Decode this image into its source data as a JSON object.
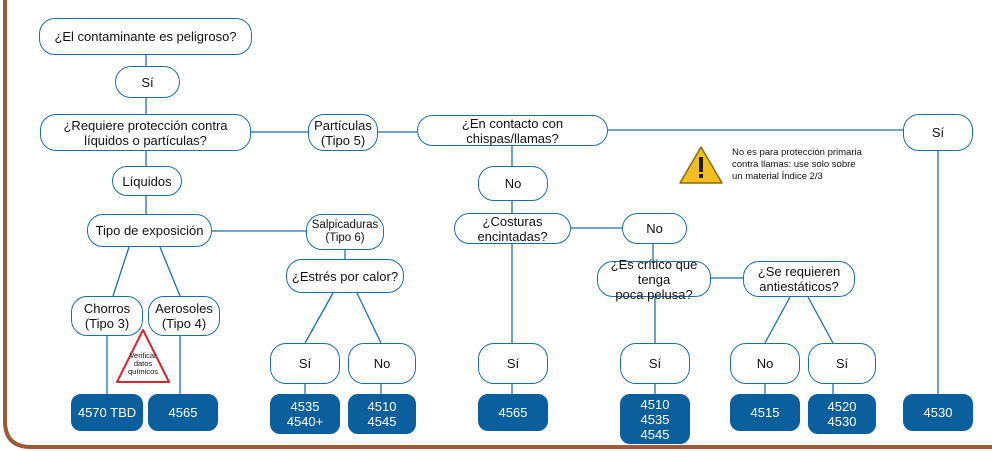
{
  "colors": {
    "frame": "#9b5a3a",
    "line": "#1b6fa8",
    "result_fill": "#0b5f9c",
    "warning_fill": "#f2c01e",
    "verify_stroke": "#d6262f"
  },
  "nodes": {
    "hazardous": "¿El contaminante es peligroso?",
    "yes_top": "Sí",
    "liquids_or_particles": "¿Requiere protección contra\nlíquidos o partículas?",
    "particles": "Partículas\n(Tipo 5)",
    "sparks_contact": "¿En contacto con chispas/llamas?",
    "sparks_yes": "Sí",
    "liquids": "Líquidos",
    "sparks_no": "No",
    "exposure_type": "Tipo de exposición",
    "splashes": "Salpicaduras\n(Tipo 6)",
    "heat_stress": "¿Estrés por calor?",
    "taped_seams": "¿Costuras encintadas?",
    "seams_no": "No",
    "low_lint": "¿Es crítico que tenga\npoca pelusa?",
    "antistatic": "¿Se requieren\nantiestáticos?",
    "jets": "Chorros\n(Tipo 3)",
    "aerosols": "Aerosoles\n(Tipo 4)",
    "heat_yes": "Sí",
    "heat_no": "No",
    "seams_yes": "Sí",
    "lint_yes": "Sí",
    "antistatic_no": "No",
    "antistatic_yes": "Sí"
  },
  "results": {
    "r_4570": "4570 TBD",
    "r_4565_a": "4565",
    "r_4535": "4535\n4540+",
    "r_4510": "4510\n4545",
    "r_4565_b": "4565",
    "r_4510_multi": "4510\n4535\n4545",
    "r_4515": "4515",
    "r_4520": "4520\n4530",
    "r_4530": "4530"
  },
  "warning_note": "No es para protección primaria\ncontra llamas: use solo sobre\nun material Índice 2/3",
  "warning_icon": "warning-triangle-icon",
  "verify_label": "Verificar\ndatos\nquímicos"
}
